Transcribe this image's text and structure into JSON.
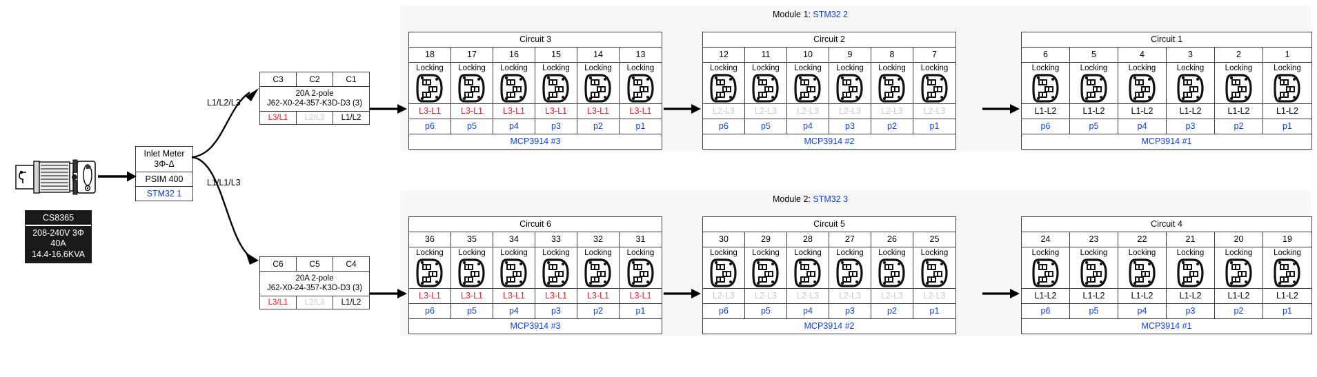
{
  "source": {
    "plug_icon": "twist-lock-plug-icon",
    "spec": {
      "model": "CS8365",
      "ratings": "208-240V 3Φ\n40A\n14.4-16.6KVA"
    },
    "meter": {
      "line1": "Inlet Meter",
      "line2": "3Φ-Δ",
      "line3": "PSIM 400",
      "line4": "STM32 1",
      "accent": "#0c3fe8"
    }
  },
  "feeds": [
    {
      "label": "L1/L2/L3"
    },
    {
      "label": "L1/L1/L3"
    }
  ],
  "breakers": [
    {
      "poles": [
        "C3",
        "C2",
        "C1"
      ],
      "rating": "20A 2-pole",
      "part": "J62-X0-24-357-K3D-D3 (3)",
      "phases": [
        {
          "text": "L3/L1",
          "color": "#ec1c24"
        },
        {
          "text": "L2/L3",
          "color": "#c9c9c9"
        },
        {
          "text": "L1/L2",
          "color": "#000000"
        }
      ]
    },
    {
      "poles": [
        "C6",
        "C5",
        "C4"
      ],
      "rating": "20A 2-pole",
      "part": "J62-X0-24-357-K3D-D3 (3)",
      "phases": [
        {
          "text": "L3/L1",
          "color": "#ec1c24"
        },
        {
          "text": "L2/L3",
          "color": "#c9c9c9"
        },
        {
          "text": "L1/L2",
          "color": "#000000"
        }
      ]
    }
  ],
  "modules": [
    {
      "prefix": "Module 1: ",
      "mcu": "STM32 2"
    },
    {
      "prefix": "Module 2: ",
      "mcu": "STM32 3"
    }
  ],
  "colors": {
    "blue": "#0c3fe8",
    "red": "#ec1c24",
    "gray": "#c9c9c9",
    "panel_bg": "#f7f7f7",
    "border": "#3a3a3a"
  },
  "circuits": [
    {
      "title": "Circuit 3",
      "outlets": [
        "18",
        "17",
        "16",
        "15",
        "14",
        "13"
      ],
      "type_label": "Locking",
      "phase": "L3-L1",
      "phase_color": "#ec1c24",
      "ports": [
        "p6",
        "p5",
        "p4",
        "p3",
        "p2",
        "p1"
      ],
      "adc": "MCP3914 #3"
    },
    {
      "title": "Circuit 2",
      "outlets": [
        "12",
        "11",
        "10",
        "9",
        "8",
        "7"
      ],
      "type_label": "Locking",
      "phase": "L2-L3",
      "phase_color": "#c9c9c9",
      "ports": [
        "p6",
        "p5",
        "p4",
        "p3",
        "p2",
        "p1"
      ],
      "adc": "MCP3914 #2"
    },
    {
      "title": "Circuit 1",
      "outlets": [
        "6",
        "5",
        "4",
        "3",
        "2",
        "1"
      ],
      "type_label": "Locking",
      "phase": "L1-L2",
      "phase_color": "#000000",
      "ports": [
        "p6",
        "p5",
        "p4",
        "p3",
        "p2",
        "p1"
      ],
      "adc": "MCP3914 #1"
    },
    {
      "title": "Circuit 6",
      "outlets": [
        "36",
        "35",
        "34",
        "33",
        "32",
        "31"
      ],
      "type_label": "Locking",
      "phase": "L3-L1",
      "phase_color": "#ec1c24",
      "ports": [
        "p6",
        "p5",
        "p4",
        "p3",
        "p2",
        "p1"
      ],
      "adc": "MCP3914 #3"
    },
    {
      "title": "Circuit 5",
      "outlets": [
        "30",
        "29",
        "28",
        "27",
        "26",
        "25"
      ],
      "type_label": "Locking",
      "phase": "L2-L3",
      "phase_color": "#c9c9c9",
      "ports": [
        "p6",
        "p5",
        "p4",
        "p3",
        "p2",
        "p1"
      ],
      "adc": "MCP3914 #2"
    },
    {
      "title": "Circuit 4",
      "outlets": [
        "24",
        "23",
        "22",
        "21",
        "20",
        "19"
      ],
      "type_label": "Locking",
      "phase": "L1-L2",
      "phase_color": "#000000",
      "ports": [
        "p6",
        "p5",
        "p4",
        "p3",
        "p2",
        "p1"
      ],
      "adc": "MCP3914 #1"
    }
  ]
}
